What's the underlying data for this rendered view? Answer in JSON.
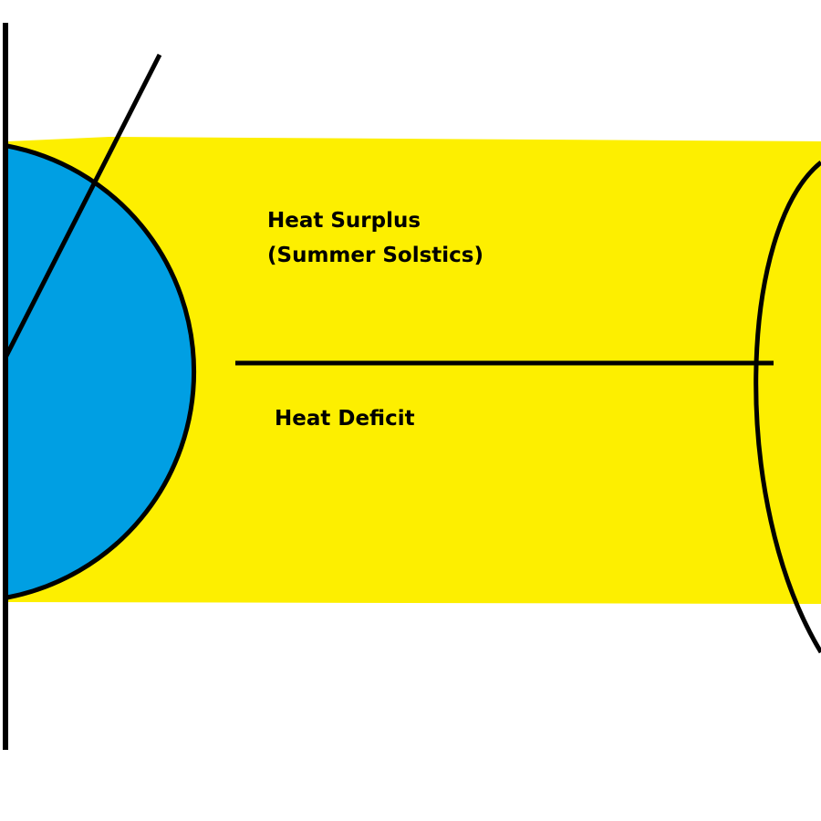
{
  "labels": {
    "surplus_line1": "Heat Surplus",
    "surplus_line2": "(Summer Solstics)",
    "deficit": "Heat Deficit"
  },
  "colors": {
    "background": "#ffffff",
    "sun_band": "#fdef00",
    "earth": "#009fe3",
    "lines": "#000000"
  }
}
